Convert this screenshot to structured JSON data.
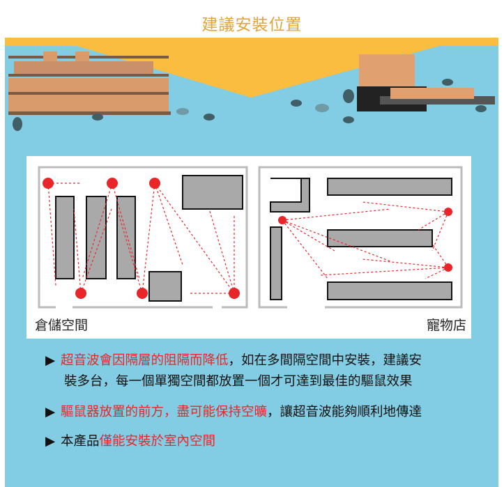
{
  "title": "建議安裝位置",
  "colors": {
    "background": "#82cde3",
    "banner": "#fbbd3f",
    "accent": "#e8262a"
  },
  "diagrams": {
    "left_label": "倉儲空間",
    "right_label": "寵物店"
  },
  "bullets": [
    {
      "marker": "▶",
      "red": "超音波會因隔層的阻隔而降低",
      "black": "，如在多間隔空間中安裝，建議安",
      "cont": "裝多台，每一個單獨空間都放置一個才可達到最佳的驅鼠效果"
    },
    {
      "marker": "▶",
      "red": "驅鼠器放置的前方，盡可能保持空曠",
      "black": "，讓超音波能夠順利地傳達"
    },
    {
      "marker": "▶",
      "black": "本產品",
      "red": "僅能安裝於室內空間"
    }
  ]
}
